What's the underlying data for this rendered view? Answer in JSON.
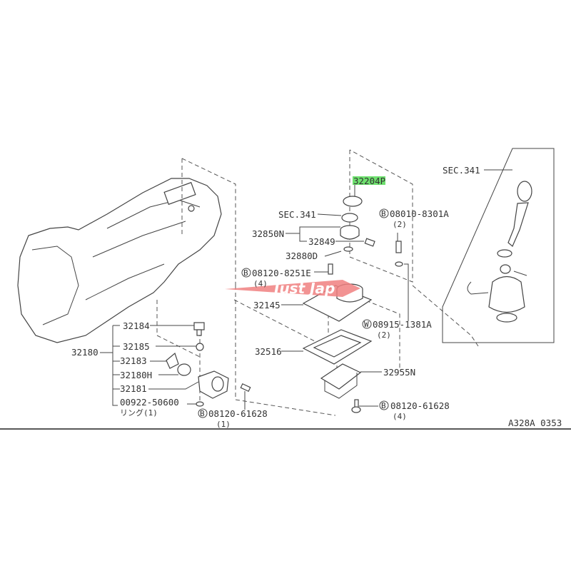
{
  "diagram": {
    "code": "A328A 0353",
    "highlight_color": "#6ee06e",
    "watermark": "Just Jap",
    "parts": {
      "p32204P": "32204P",
      "sec341_a": "SEC.341",
      "sec341_b": "SEC.341",
      "p32850N": "32850N",
      "p32849": "32849",
      "p32880D": "32880D",
      "p08120_8251E": "08120-8251E",
      "p08120_8251E_qty": "(4)",
      "p08010_8301A": "08010-8301A",
      "p08010_8301A_qty": "(2)",
      "p32145": "32145",
      "p08915_1381A": "08915-1381A",
      "p08915_1381A_qty": "(2)",
      "p32516": "32516",
      "p32955N": "32955N",
      "p08120_61628_b": "08120-61628",
      "p08120_61628_b_qty": "(4)",
      "p32180": "32180",
      "p32184": "32184",
      "p32185": "32185",
      "p32183": "32183",
      "p32180H": "32180H",
      "p32181": "32181",
      "p00922_50600": "00922-50600",
      "p00922_50600_note": "リング(1)",
      "p08120_61628_a": "08120-61628",
      "p08120_61628_a_qty": "(1)"
    },
    "markers": {
      "bolt": "B",
      "washer": "W"
    }
  }
}
